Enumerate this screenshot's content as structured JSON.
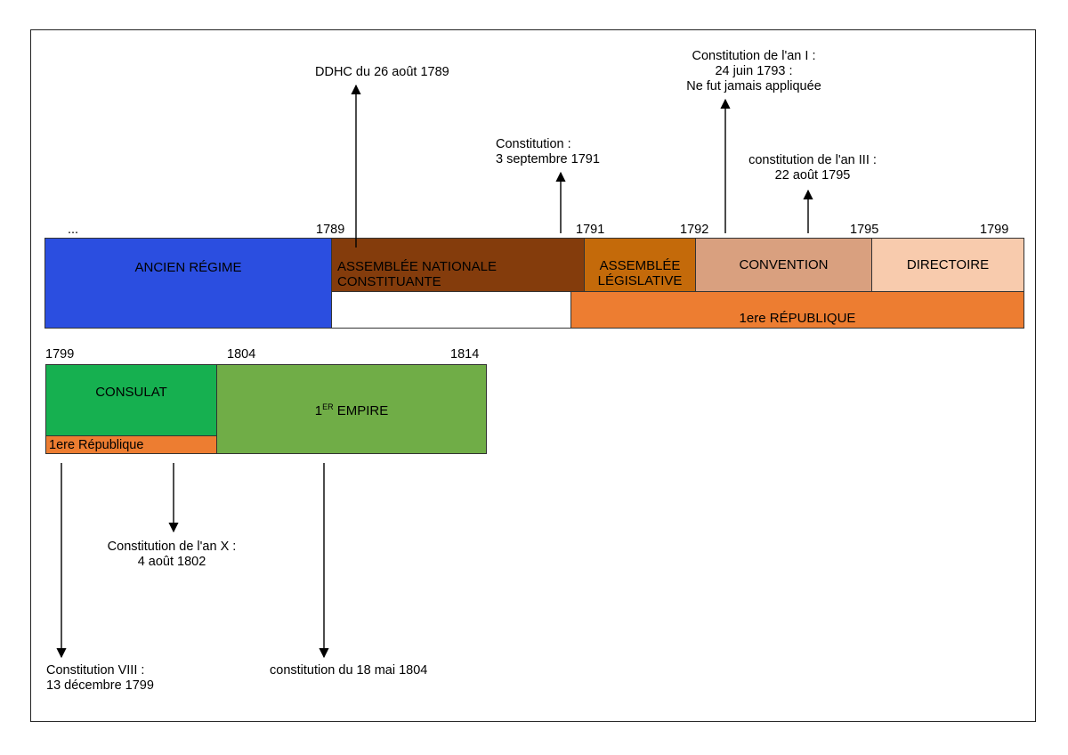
{
  "timeline_1": {
    "years": {
      "ellipsis": "...",
      "y1789": "1789",
      "y1791": "1791",
      "y1792": "1792",
      "y1795": "1795",
      "y1799": "1799"
    },
    "periods": {
      "ancien_regime": "ANCIEN RÉGIME",
      "assemblee_constituante_line1": "ASSEMBLÉE NATIONALE",
      "assemblee_constituante_line2": "CONSTITUANTE",
      "assemblee_legislative_line1": "ASSEMBLÉE",
      "assemblee_legislative_line2": "LÉGISLATIVE",
      "convention": "CONVENTION",
      "directoire": "DIRECTOIRE"
    },
    "regime": {
      "premiere_republique": "1ere RÉPUBLIQUE"
    },
    "events": {
      "ddhc": "DDHC du 26 août 1789",
      "constitution_1791_line1": "Constitution :",
      "constitution_1791_line2": "3 septembre 1791",
      "constitution_an1_line1": "Constitution de l'an I :",
      "constitution_an1_line2": "24 juin 1793 :",
      "constitution_an1_line3": "Ne fut jamais appliquée",
      "constitution_an3_line1": "constitution de l'an III :",
      "constitution_an3_line2": "22 août 1795"
    }
  },
  "timeline_2": {
    "years": {
      "y1799": "1799",
      "y1804": "1804",
      "y1814": "1814"
    },
    "periods": {
      "consulat": "CONSULAT",
      "empire_prefix": "1",
      "empire_sup": "ER",
      "empire_suffix": " EMPIRE",
      "premiere_republique": "1ere République"
    },
    "events": {
      "constitution_an8_line1": "Constitution VIII :",
      "constitution_an8_line2": "13 décembre 1799",
      "constitution_an10_line1": "Constitution de l'an X :",
      "constitution_an10_line2": "4 août 1802",
      "constitution_1804": "constitution du 18 mai 1804"
    }
  },
  "colors": {
    "ancien_regime": "#2b4ee0",
    "constituante": "#843c0c",
    "legislative": "#c46a0a",
    "convention": "#d9a07f",
    "directoire": "#f8cbad",
    "republique": "#ed7d31",
    "consulat": "#16b050",
    "empire": "#70ad47"
  }
}
